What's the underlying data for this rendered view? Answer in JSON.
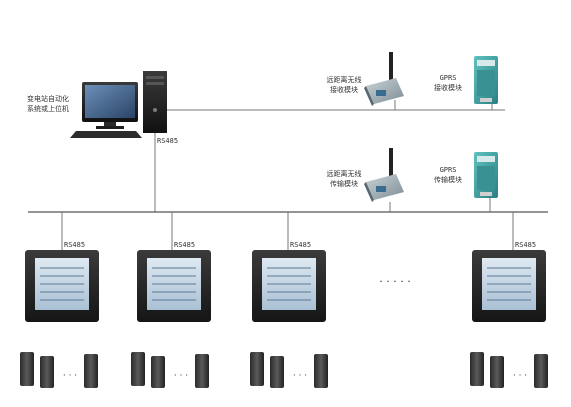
{
  "host": {
    "label_line1": "变电站自动化",
    "label_line2": "系统或上位机"
  },
  "bus_label": "RS485",
  "top_modules": [
    {
      "label_line1": "远距离无线",
      "label_line2": "接收模块"
    },
    {
      "label_line1": "GPRS",
      "label_line2": "接收模块"
    }
  ],
  "mid_modules": [
    {
      "label_line1": "远距离无线",
      "label_line2": "传输模块"
    },
    {
      "label_line1": "GPRS",
      "label_line2": "传输模块"
    }
  ],
  "meters": [
    {
      "port_label": "RS485"
    },
    {
      "port_label": "RS485"
    },
    {
      "port_label": "RS485"
    },
    {
      "port_label": "RS485"
    }
  ],
  "ellipsis": "· · · · ·"
}
